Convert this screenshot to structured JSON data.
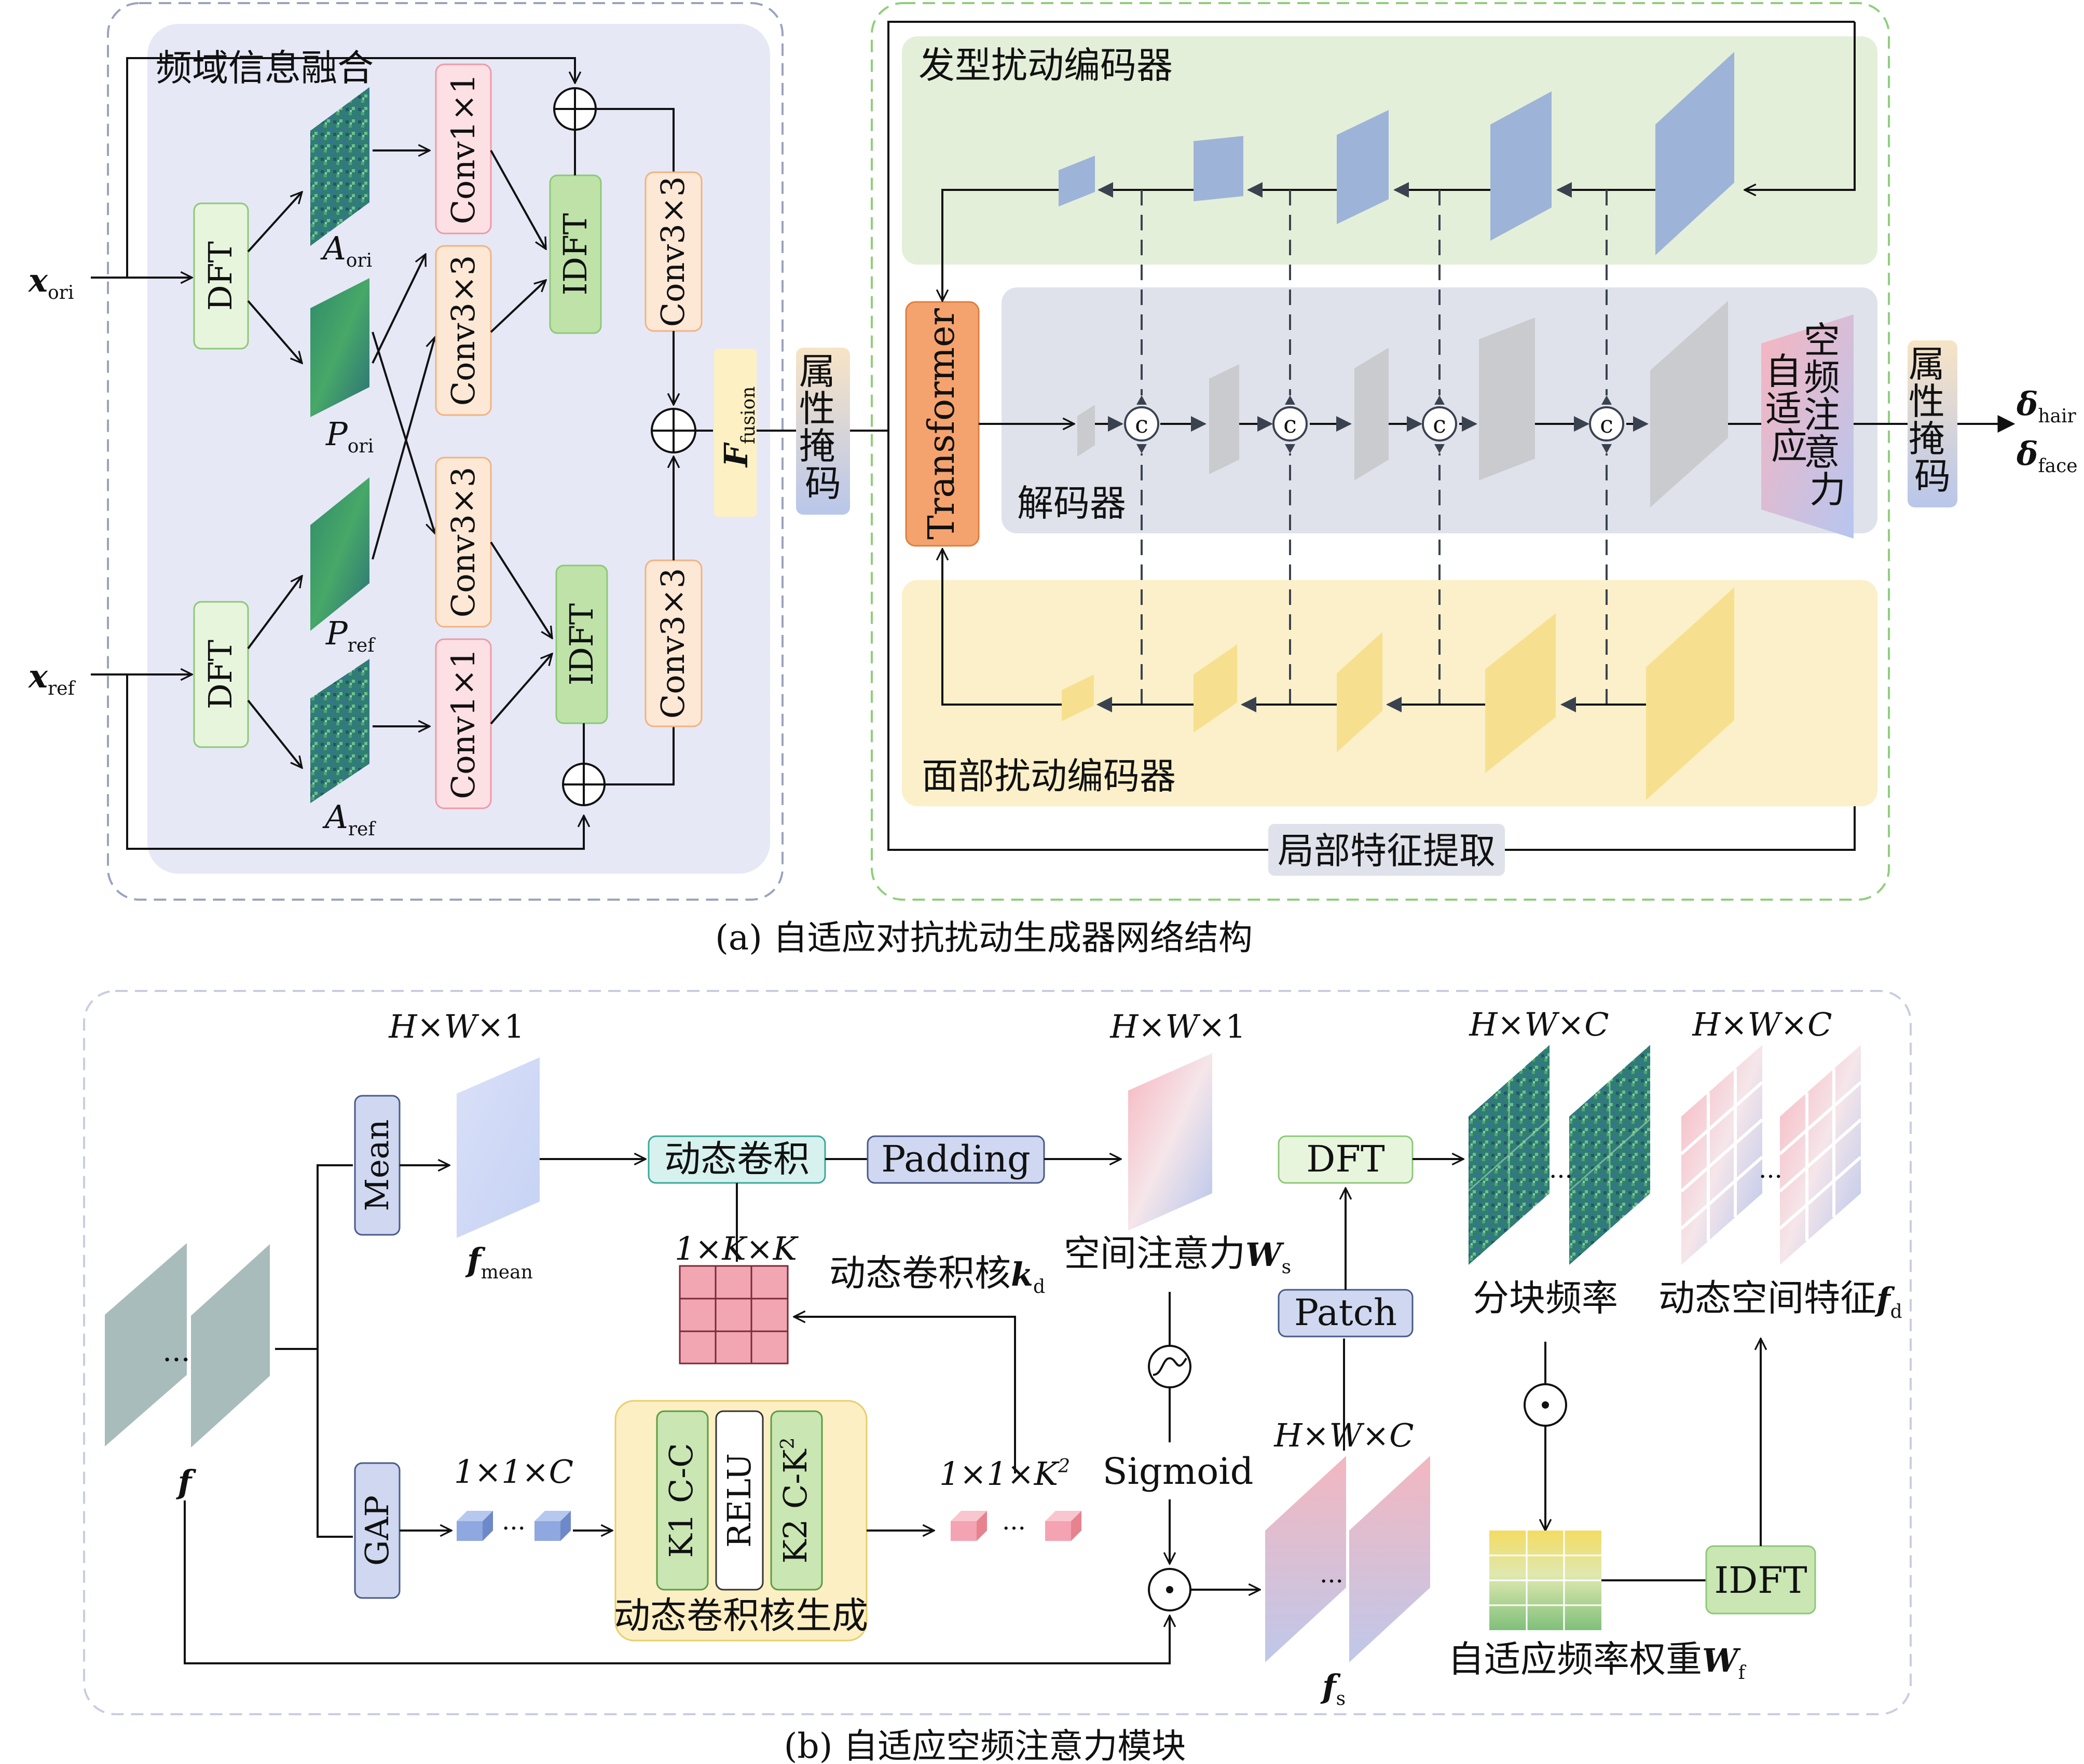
{
  "panel_a": {
    "caption": "(a) 自适应对抗扰动生成器网络结构",
    "fusion": {
      "title": "频域信息融合",
      "inputs": {
        "x": "x",
        "ori": "ori",
        "ref": "ref"
      },
      "dft": "DFT",
      "idft": "IDFT",
      "conv1": "Conv1×1",
      "conv3": "Conv3×3",
      "maps": {
        "A": "A",
        "P": "P",
        "ori": "ori",
        "ref": "ref"
      },
      "ffusion": {
        "main": "F",
        "sub": "fusion"
      }
    },
    "attr_mask": [
      "属",
      "性",
      "掩",
      "码"
    ],
    "transformer": "Transformer",
    "hair_encoder": "发型扰动编码器",
    "decoder": "解码器",
    "face_encoder": "面部扰动编码器",
    "concat_symbol": "c",
    "local_feature": "局部特征提取",
    "adaptive_attention": [
      "自",
      "适",
      "应",
      "空",
      "频",
      "注",
      "意",
      "力"
    ],
    "outputs": {
      "delta": "δ",
      "hair": "hair",
      "face": "face"
    }
  },
  "panel_b": {
    "caption": "(b) 自适应空频注意力模块",
    "f": "f",
    "mean": "Mean",
    "gap": "GAP",
    "hw1": [
      "H",
      "×",
      "W",
      "×",
      "1"
    ],
    "hwc": [
      "H",
      "×",
      "W",
      "×",
      "C"
    ],
    "fmean": {
      "main": "f",
      "sub": "mean"
    },
    "dynconv": "动态卷积",
    "padding": "Padding",
    "kernel_label": "1×K×K",
    "kernel_name": {
      "text": "动态卷积核",
      "main": "k",
      "sub": "d"
    },
    "spatial_attention": {
      "text": "空间注意力",
      "main": "W",
      "sub": "s"
    },
    "onec": "1×1×C",
    "onek2": "1×1×K",
    "k2_sup": "2",
    "kernel_gen": {
      "k1": "K1 C-C",
      "relu": "RELU",
      "k2": "K2 C-K",
      "k2_sup": "2",
      "title": "动态卷积核生成"
    },
    "sigmoid": "Sigmoid",
    "fs": {
      "main": "f",
      "sub": "s"
    },
    "patch": "Patch",
    "dft": "DFT",
    "block_freq": "分块频率",
    "dyn_spatial_feature": {
      "text": "动态空间特征",
      "main": "f",
      "sub": "d"
    },
    "idft": "IDFT",
    "adaptive_weight": {
      "text": "自适应频率权重",
      "main": "W",
      "sub": "f"
    },
    "ellipsis": "···"
  },
  "colors": {
    "fusion_bg": "#e6e8f6",
    "hair_bg": "#e4efd9",
    "decoder_bg": "#dfe2ea",
    "face_bg": "#fbf0c9",
    "dft_box": "#e8f5dd",
    "conv1_box": "#fde0e4",
    "conv3_box": "#fde8d6",
    "idft_box": "#bfe2a8",
    "transformer": "#f4a36e",
    "blue_block": "#9db4d8",
    "gray_block": "#c9cbcf",
    "yellow_block": "#f6e08f",
    "mean_box": "#cfd8f0",
    "dynconv_box": "#d7f2ee",
    "kernel_gen_bg": "#fcefc4",
    "k_box": "#c9e6b3",
    "kernel_grid": "#f2a6b2",
    "feature_map": "#a9bcbc"
  }
}
